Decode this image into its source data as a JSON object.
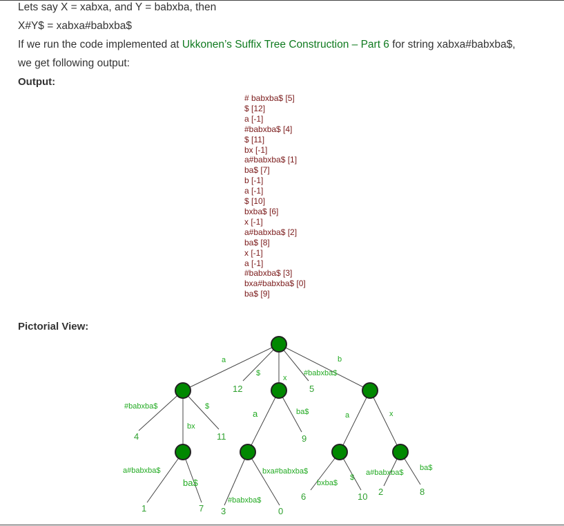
{
  "intro": {
    "line1": "Lets say X = xabxa, and Y = babxba, then",
    "line2": "X#Y$ = xabxa#babxba$",
    "line3_prefix": "If we run the code implemented at ",
    "line3_link": "Ukkonen’s Suffix Tree Construction – Part 6",
    "line3_suffix": " for string xabxa#babxba$,",
    "line4": "we get following output:"
  },
  "output_heading": "Output:",
  "output_lines": [
    "# babxba$ [5]",
    "$ [12]",
    "a [-1]",
    "#babxba$ [4]",
    "$ [11]",
    "bx [-1]",
    "a#babxba$ [1]",
    "ba$ [7]",
    "b [-1]",
    "a [-1]",
    "$ [10]",
    "bxba$ [6]",
    "x [-1]",
    "a#babxba$ [2]",
    "ba$ [8]",
    "x [-1]",
    "a [-1]",
    "#babxba$ [3]",
    "bxa#babxba$ [0]",
    "ba$ [9]"
  ],
  "pictorial_heading": "Pictorial View:",
  "colors": {
    "node_fill": "#008800",
    "edge": "#444444",
    "label": "#22aa22",
    "link": "#0f7a1f"
  },
  "tree": {
    "edge_labels": {
      "e_root_a": "a",
      "e_root_12": "$",
      "e_root_x": "x",
      "e_root_5": "#babxba$",
      "e_root_b": "b",
      "e_a_4": "#babxba$",
      "e_a_11": "$",
      "e_a_bx": "bx",
      "e_bx_1": "a#babxba$",
      "e_bx_7": "ba$",
      "e_x_xa": "a",
      "e_x_9": "ba$",
      "e_xa_3": "#babxba$",
      "e_xa_0": "bxa#babxba$",
      "e_b_ba": "a",
      "e_b_bx": "x",
      "e_ba_6": "bxba$",
      "e_ba_10": "$",
      "e_bx2_2": "a#babxba$",
      "e_bx2_8": "ba$"
    },
    "leaf_labels": {
      "l12": "12",
      "l5": "5",
      "l4": "4",
      "l11": "11",
      "l9": "9",
      "l1": "1",
      "l7": "7",
      "l3": "3",
      "l0": "0",
      "l6": "6",
      "l10": "10",
      "l2": "2",
      "l8": "8"
    }
  }
}
